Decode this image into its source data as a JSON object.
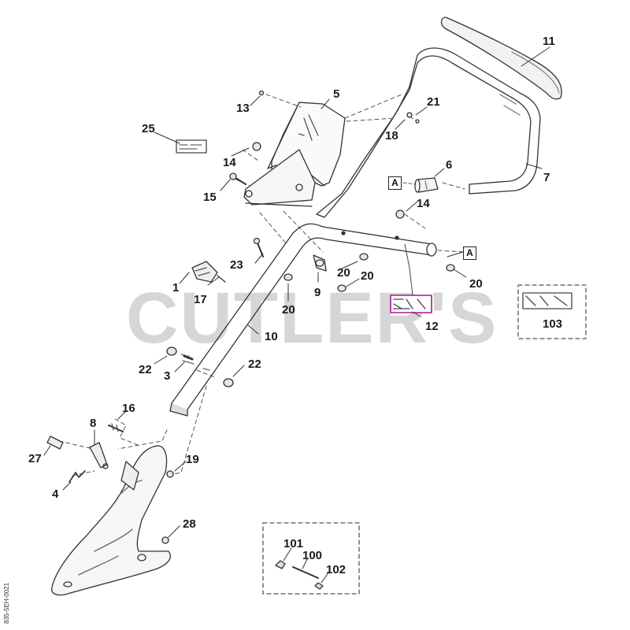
{
  "watermark": "CUTLER'S",
  "document_code": "835-5EH-0021",
  "ref_box_label": "A",
  "callouts": {
    "c1": "1",
    "c3": "3",
    "c4": "4",
    "c5": "5",
    "c6": "6",
    "c7": "7",
    "c8": "8",
    "c9": "9",
    "c10": "10",
    "c11": "11",
    "c12": "12",
    "c13": "13",
    "c14a": "14",
    "c14b": "14",
    "c15": "15",
    "c16": "16",
    "c17": "17",
    "c18": "18",
    "c19": "19",
    "c20a": "20",
    "c20b": "20",
    "c20c": "20",
    "c20d": "20",
    "c21": "21",
    "c22a": "22",
    "c22b": "22",
    "c23": "23",
    "c25": "25",
    "c27": "27",
    "c28": "28",
    "c100": "100",
    "c101": "101",
    "c102": "102",
    "c103": "103"
  }
}
